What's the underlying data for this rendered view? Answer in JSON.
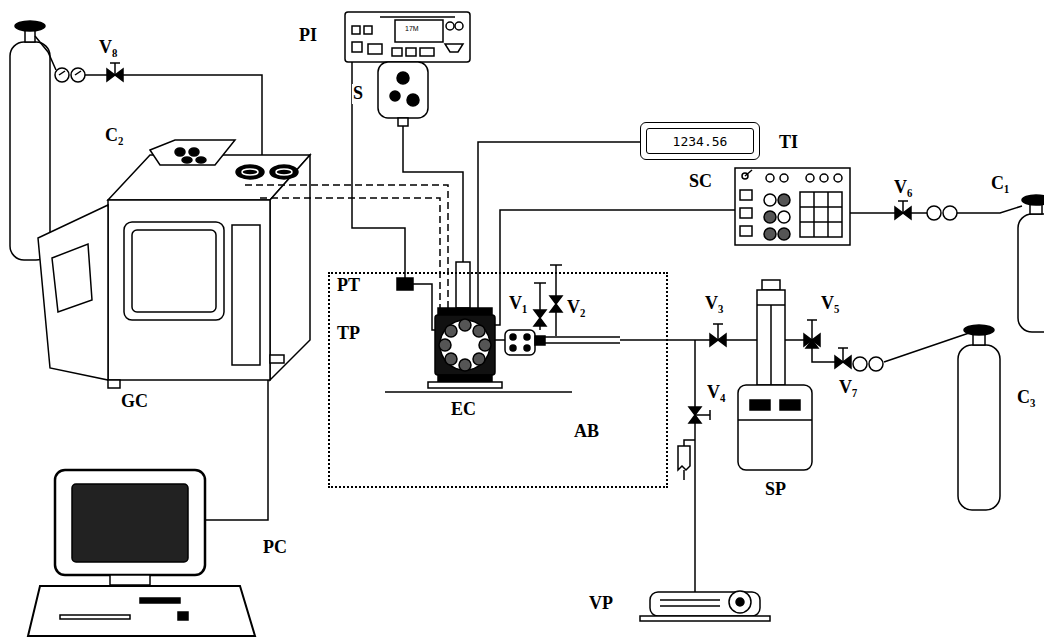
{
  "diagram": {
    "nodes": [
      {
        "text": [
          "1234.56",
          "TI"
        ]
      },
      {
        "text": [
          "AB"
        ]
      }
    ],
    "labels": [
      "PI",
      "17M",
      "V₈",
      "C₂",
      "S",
      "SC",
      "V₆",
      "C₁",
      "PT",
      "TP",
      "V₁",
      "V₂",
      "V₃",
      "V₅",
      "GC",
      "EC",
      "V₄",
      "V₇",
      "SP",
      "C₃",
      "PC",
      "VP"
    ]
  }
}
